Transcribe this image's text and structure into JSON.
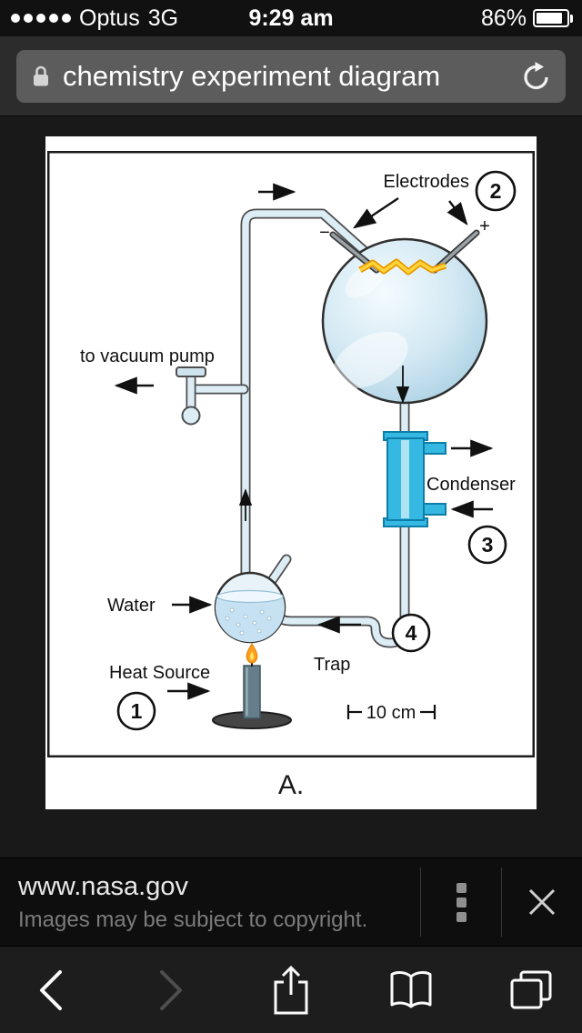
{
  "status_bar": {
    "carrier": "Optus",
    "network": "3G",
    "time": "9:29 am",
    "battery_percent": "86%"
  },
  "address_bar": {
    "text": "chemistry experiment diagram"
  },
  "image_viewer": {
    "caption": "A."
  },
  "diagram": {
    "electrodes_label": "Electrodes",
    "minus": "−",
    "plus": "+",
    "vacuum_pump_label": "to vacuum pump",
    "condenser_label": "Condenser",
    "water_label": "Water",
    "heat_source_label": "Heat Source",
    "trap_label": "Trap",
    "scale_label": "10 cm",
    "steps": {
      "one": "1",
      "two": "2",
      "three": "3",
      "four": "4"
    }
  },
  "result_bar": {
    "source": "www.nasa.gov",
    "copyright": "Images may be subject to copyright."
  },
  "icons": {
    "lock": "padlock",
    "reload": "circular-arrow",
    "menu": "vertical-dots",
    "close": "x-mark",
    "back": "chevron-left",
    "forward": "chevron-right",
    "share": "box-with-up-arrow",
    "bookmarks": "open-book",
    "tabs": "stacked-squares",
    "signal": "five-dots",
    "battery": "battery-86"
  }
}
